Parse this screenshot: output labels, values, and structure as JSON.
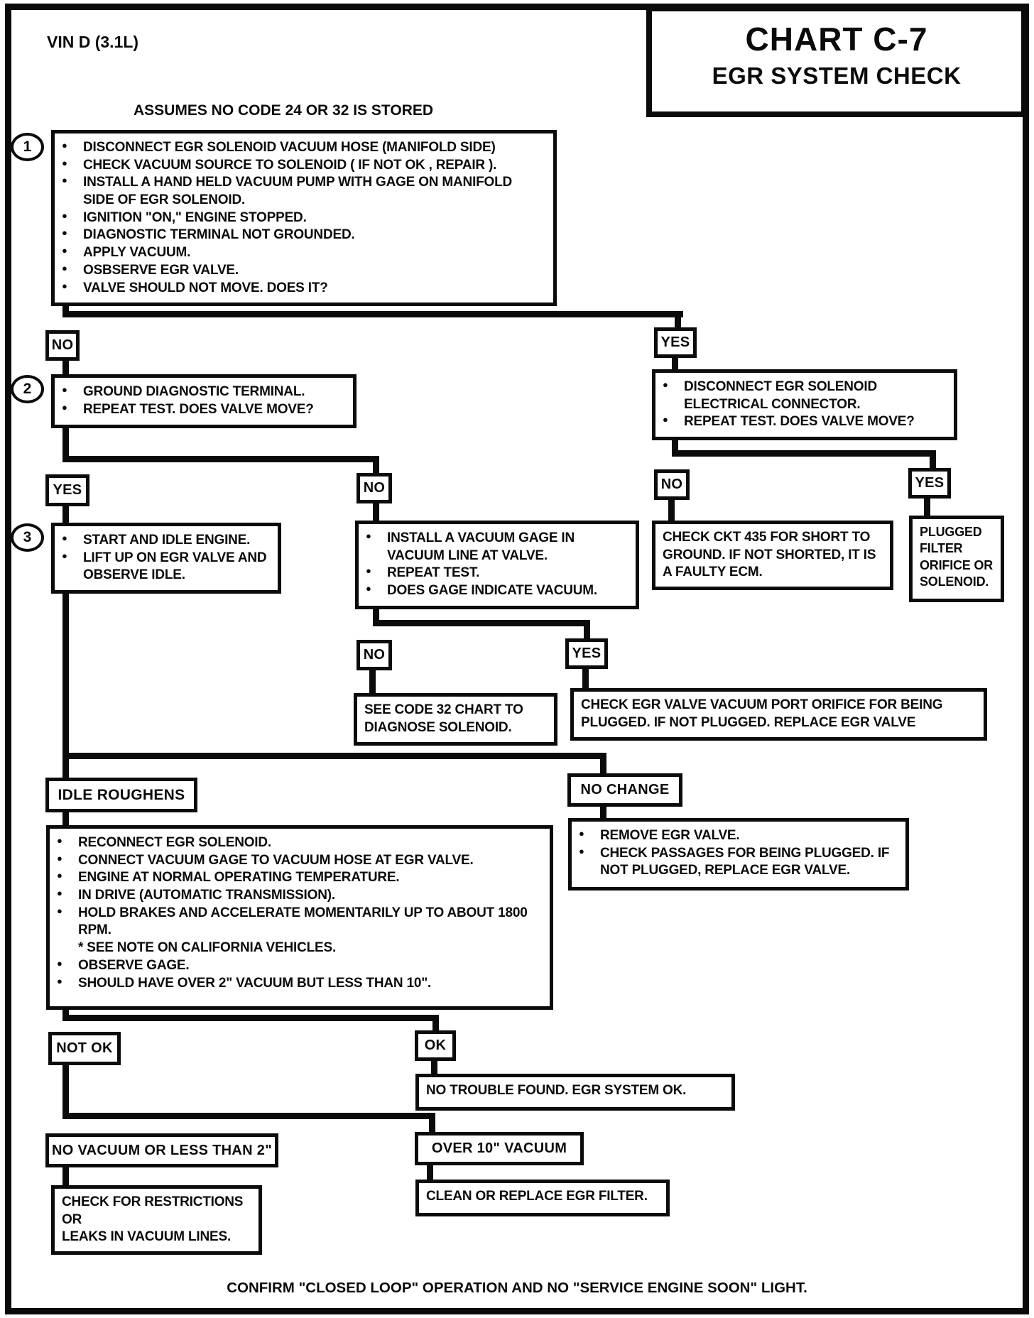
{
  "page": {
    "vin": "VIN D (3.1L)",
    "title_line1": "CHART C-7",
    "title_line2": "EGR SYSTEM CHECK",
    "assumption": "ASSUMES NO CODE 24 OR 32 IS STORED",
    "footer": "CONFIRM \"CLOSED LOOP\" OPERATION AND NO \"SERVICE ENGINE SOON\" LIGHT."
  },
  "steps": {
    "step1": {
      "number": "1",
      "bullets": [
        "DISCONNECT EGR SOLENOID VACUUM HOSE (MANIFOLD SIDE)",
        "CHECK VACUUM SOURCE TO SOLENOID ( IF NOT OK , REPAIR ).",
        "INSTALL A HAND HELD VACUUM PUMP WITH GAGE ON MANIFOLD SIDE OF EGR SOLENOID.",
        "IGNITION \"ON,\" ENGINE STOPPED.",
        "DIAGNOSTIC TERMINAL NOT GROUNDED.",
        "APPLY VACUUM.",
        "OSBSERVE EGR VALVE.",
        "VALVE SHOULD NOT MOVE.  DOES IT?"
      ]
    },
    "step2": {
      "number": "2",
      "bullets": [
        "GROUND DIAGNOSTIC TERMINAL.",
        "REPEAT TEST.  DOES VALVE MOVE?"
      ]
    },
    "step3": {
      "number": "3",
      "bullets": [
        "START AND IDLE ENGINE.",
        "LIFT UP ON EGR VALVE AND OBSERVE IDLE."
      ]
    }
  },
  "branch_labels": {
    "no": "NO",
    "yes": "YES",
    "not_ok": "NOT OK",
    "ok": "OK",
    "idle_roughens": "IDLE ROUGHENS",
    "no_change": "NO CHANGE",
    "no_vacuum": "NO VACUUM OR LESS THAN 2\"",
    "over_10": "OVER 10\" VACUUM"
  },
  "boxes": {
    "disconnect_electrical": {
      "bullets": [
        "DISCONNECT EGR SOLENOID ELECTRICAL CONNECTOR.",
        "REPEAT TEST.  DOES VALVE MOVE?"
      ]
    },
    "install_gage": {
      "bullets": [
        "INSTALL A VACUUM GAGE IN VACUUM LINE AT VALVE.",
        "REPEAT TEST.",
        "DOES GAGE INDICATE VACUUM."
      ]
    },
    "check_ckt_435": {
      "text": "CHECK CKT 435 FOR SHORT TO GROUND. IF NOT SHORTED, IT IS A FAULTY ECM."
    },
    "plugged_filter": {
      "text": "PLUGGED FILTER ORIFICE OR SOLENOID."
    },
    "see_code_32": {
      "text": "SEE CODE 32 CHART TO DIAGNOSE SOLENOID."
    },
    "check_orifice": {
      "text": "CHECK EGR VALVE VACUUM PORT ORIFICE FOR BEING PLUGGED.  IF NOT PLUGGED.  REPLACE EGR VALVE"
    },
    "reconnect_test": {
      "bullets": [
        "RECONNECT EGR SOLENOID.",
        "CONNECT VACUUM GAGE TO VACUUM HOSE AT EGR VALVE.",
        "ENGINE AT NORMAL OPERATING TEMPERATURE.",
        "IN DRIVE (AUTOMATIC TRANSMISSION).",
        "HOLD BRAKES AND ACCELERATE MOMENTARILY UP TO ABOUT 1800 RPM.",
        "OBSERVE GAGE.",
        "SHOULD HAVE OVER 2\" VACUUM BUT LESS THAN 10\"."
      ],
      "note": "*  SEE NOTE ON CALIFORNIA VEHICLES."
    },
    "remove_valve": {
      "bullets": [
        "REMOVE EGR VALVE.",
        "CHECK PASSAGES FOR BEING PLUGGED. IF NOT PLUGGED, REPLACE EGR VALVE."
      ]
    },
    "no_trouble": {
      "text": "NO TROUBLE FOUND.  EGR SYSTEM OK."
    },
    "check_restrictions": {
      "lines": [
        "CHECK FOR RESTRICTIONS",
        "OR",
        "LEAKS IN VACUUM LINES."
      ]
    },
    "clean_filter": {
      "text": "CLEAN OR REPLACE EGR FILTER."
    }
  }
}
